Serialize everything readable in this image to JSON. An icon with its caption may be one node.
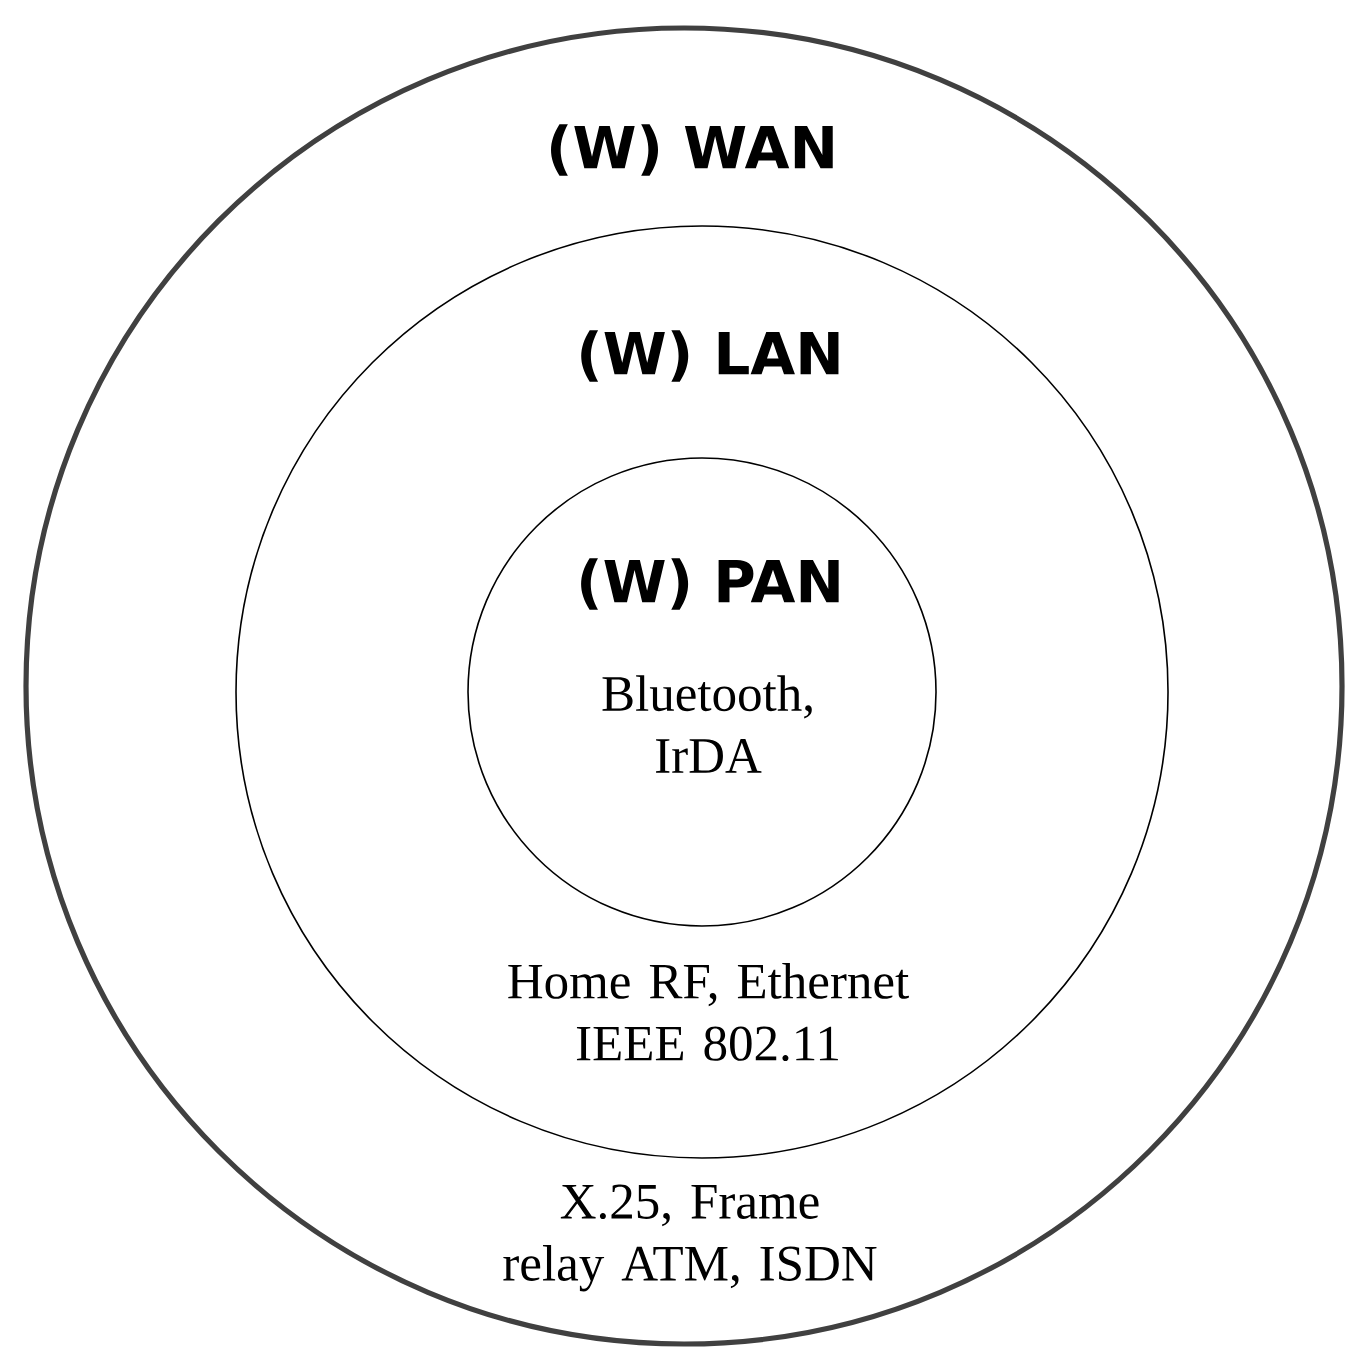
{
  "diagram": {
    "nodes": [
      {
        "text": [
          "(W) WAN",
          "X.25, Frame relay ATM, ISDN"
        ]
      },
      {
        "text": [
          "(W) LAN",
          "Home RF, Ethernet IEEE 802.11"
        ],
        "in": 0
      },
      {
        "text": [
          "(W) PAN",
          "Bluetooth, IrDA"
        ],
        "in": 1
      }
    ]
  }
}
